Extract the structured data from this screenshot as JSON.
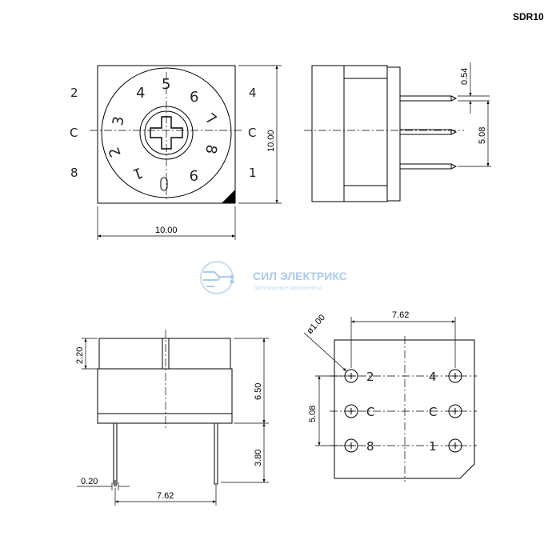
{
  "model": "SDR10",
  "watermark": {
    "name": "СИЛ ЭЛЕКТРИКС",
    "tagline": "электронные компоненты"
  },
  "top_view": {
    "corner_labels": {
      "top_left": "2",
      "mid_left": "C",
      "bottom_left": "8",
      "top_right": "4",
      "mid_right": "C",
      "bottom_right": "1"
    },
    "dial_digits": [
      "0",
      "1",
      "2",
      "3",
      "4",
      "5",
      "6",
      "7",
      "8",
      "9"
    ],
    "width_dim": "10.00",
    "height_dim": "10.00"
  },
  "side_view": {
    "pin_thickness_dim": "0.54",
    "pin_pitch_dim": "5.08"
  },
  "front_view": {
    "cap_height_dim": "2.20",
    "body_height_dim": "6.50",
    "pin_length_dim": "3.80",
    "pin_width_dim": "0.20",
    "pin_spacing_dim": "7.62"
  },
  "footprint": {
    "hole_diameter_dim": "ø1.00",
    "col_spacing_dim": "7.62",
    "row_spacing_dim": "5.08",
    "pin_labels": {
      "top_left": "2",
      "mid_left": "C",
      "bottom_left": "8",
      "top_right": "4",
      "mid_right": "C",
      "bottom_right": "1"
    }
  }
}
